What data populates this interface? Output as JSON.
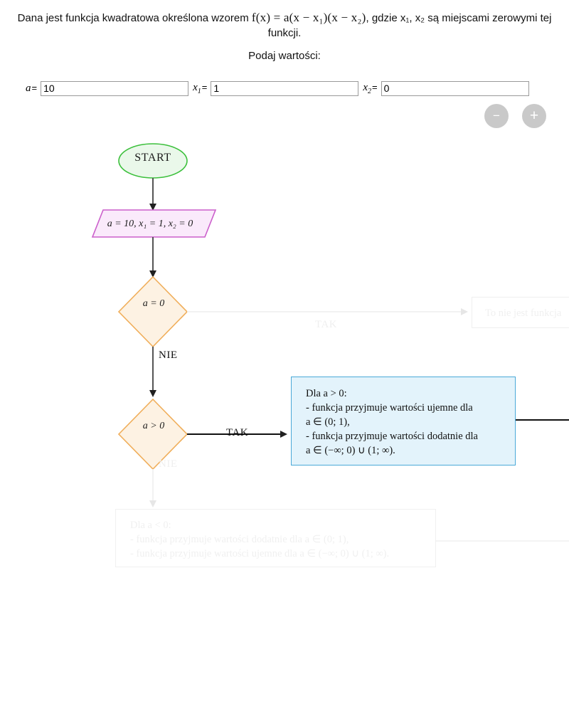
{
  "header": {
    "statement_prefix": "Dana jest funkcja kwadratowa określona wzorem ",
    "formula": "f(x) = a(x − x₁)(x − x₂)",
    "statement_suffix": ", gdzie x₁, x₂ są miejscami zerowymi tej funkcji.",
    "prompt": "Podaj wartości:"
  },
  "inputs": {
    "a": {
      "label": "a",
      "sub": "",
      "equals": "=",
      "value": "10",
      "placeholder": ""
    },
    "x1": {
      "label": "x",
      "sub": "1",
      "equals": "=",
      "value": "1",
      "placeholder": ""
    },
    "x2": {
      "label": "x",
      "sub": "2",
      "equals": "=",
      "value": "0",
      "placeholder": ""
    }
  },
  "stepper": {
    "minus_label": "−",
    "plus_label": "+",
    "minus_name": "decrease",
    "plus_name": "increase",
    "button_color": "#c9c9c9"
  },
  "flowchart": {
    "nodes": {
      "start": {
        "text": "START",
        "fill": "#eaf8ea",
        "stroke": "#3cc03c"
      },
      "io": {
        "text": "a = 10, x₁ = 1, x₂ = 0",
        "fill": "#faeafb",
        "stroke": "#cb5fcb"
      },
      "decision_zero": {
        "text": "a = 0",
        "fill": "#fdf2e3",
        "stroke": "#f0ae5a"
      },
      "decision_positive": {
        "text": "a > 0",
        "fill": "#fdf2e3",
        "stroke": "#f0ae5a"
      }
    },
    "edges": {
      "nie_1": "NIE",
      "tak_1": "TAK",
      "tak_2": "TAK",
      "nie_2": "NIE"
    },
    "boxes": {
      "not_function": {
        "text": "To nie jest funkcja",
        "state": "faded"
      },
      "positive": {
        "state": "active",
        "fill": "#e3f3fb",
        "stroke": "#4aa9d8",
        "lines": [
          "Dla a > 0:",
          "- funkcja przyjmuje wartości ujemne dla",
          "a ∈ (0; 1),",
          "- funkcja przyjmuje wartości dodatnie dla",
          "a ∈ (−∞; 0) ∪ (1; ∞)."
        ]
      },
      "negative": {
        "state": "faded",
        "lines": [
          "Dla a < 0:",
          "- funkcja przyjmuje wartości dodatnie dla a ∈ (0; 1),",
          "- funkcja przyjmuje wartości ujemne dla a ∈ (−∞; 0) ∪ (1; ∞)."
        ]
      }
    }
  }
}
